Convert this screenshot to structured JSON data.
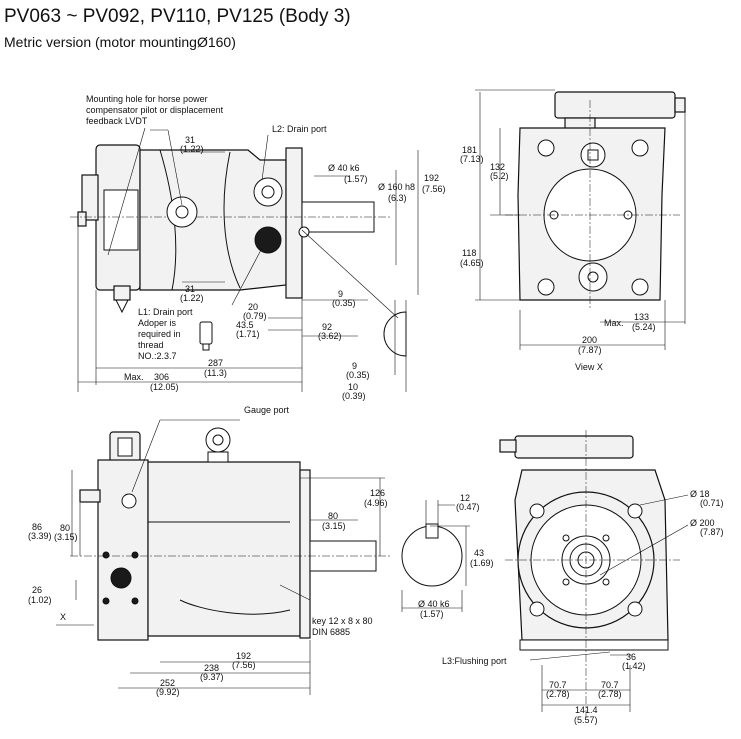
{
  "title": "PV063 ~ PV092, PV110, PV125 (Body 3)",
  "subtitle": "Metric version (motor mountingØ160)",
  "annotations": {
    "mounting_hole_1": "Mounting hole for horse power",
    "mounting_hole_2": "compensator pilot or displacement",
    "mounting_hole_3": "feedback LVDT",
    "l2_drain": "L2: Drain port",
    "l1_drain": "L1: Drain port",
    "adoper_1": "Adoper is",
    "adoper_2": "required in",
    "adoper_3": "thread",
    "adoper_4": "NO.:2.3.7",
    "gauge_port": "Gauge port",
    "view_x": "View X",
    "x_arrow": "X",
    "key_1": "key 12 x 8 x 80",
    "key_2": "DIN 6885",
    "l3_flushing": "L3:Flushing port",
    "max_a": "Max.",
    "max_b": "Max."
  },
  "dims": {
    "d31a": "31",
    "d31a_in": "(1.22)",
    "d31b": "31",
    "d31b_in": "(1.22)",
    "d40k6": "Ø 40 k6",
    "d40k6_in": "(1.57)",
    "d160h8": "Ø 160 h8",
    "d160h8_in": "(6.3)",
    "d192": "192",
    "d192_in": "(7.56)",
    "d9a": "9",
    "d9a_in": "(0.35)",
    "d20": "20",
    "d20_in": "(0.79)",
    "d43_5": "43.5",
    "d43_5_in": "(1.71)",
    "d92": "92",
    "d92_in": "(3.62)",
    "d287": "287",
    "d287_in": "(11.3)",
    "d306": "306",
    "d306_in": "(12.05)",
    "d9b": "9",
    "d9b_in": "(0.35)",
    "d10": "10",
    "d10_in": "(0.39)",
    "d181": "181",
    "d181_in": "(7.13)",
    "d132": "132",
    "d132_in": "(5.2)",
    "d118": "118",
    "d118_in": "(4.65)",
    "d133": "133",
    "d133_in": "(5.24)",
    "d200": "200",
    "d200_in": "(7.87)",
    "d126": "126",
    "d126_in": "(4.96)",
    "d80a": "80",
    "d80a_in": "(3.15)",
    "d86": "86",
    "d86_in": "(3.39)",
    "d80b": "80",
    "d80b_in": "(3.15)",
    "d26": "26",
    "d26_in": "(1.02)",
    "d192b": "192",
    "d192b_in": "(7.56)",
    "d238": "238",
    "d238_in": "(9.37)",
    "d252": "252",
    "d252_in": "(9.92)",
    "d12": "12",
    "d12_in": "(0.47)",
    "d43": "43",
    "d43_in": "(1.69)",
    "d40k6b": "Ø 40 k6",
    "d40k6b_in": "(1.57)",
    "d18": "Ø 18",
    "d18_in": "(0.71)",
    "d200b": "Ø 200",
    "d200b_in": "(7.87)",
    "d36": "36",
    "d36_in": "(1.42)",
    "d70_7a": "70.7",
    "d70_7a_in": "(2.78)",
    "d70_7b": "70.7",
    "d70_7b_in": "(2.78)",
    "d141_4": "141.4",
    "d141_4_in": "(5.57)"
  }
}
